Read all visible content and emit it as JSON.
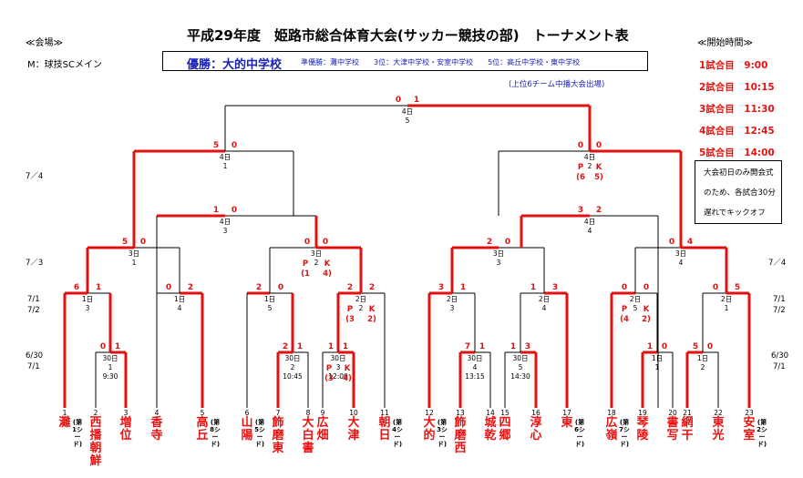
{
  "title": "平成29年度　姫路市総合体育大会(サッカー競技の部)　トーナメント表",
  "venue": {
    "heading": "≪会場≫",
    "value": "M：球技SCメイン"
  },
  "winner_box": {
    "winner": "優勝：大的中学校",
    "runners": "準優勝：灘中学校　　3位：大津中学校・安室中学校　　5位：高丘中学校・東中学校"
  },
  "qualify_note": "(上位6チーム中播大会出場)",
  "start_times": {
    "heading": "≪開始時間≫",
    "items": [
      "1試合目　9:00",
      "2試合目　10:15",
      "3試合目　11:30",
      "4試合目　12:45",
      "5試合目　14:00"
    ]
  },
  "note": {
    "lines": [
      "大会初日のみ開会式",
      "のため、各試合30分",
      "遅れでキックオフ"
    ]
  },
  "dates": {
    "d74": "7／4",
    "d73": "7／3",
    "d71": "7/1",
    "d72": "7/2",
    "d630": "6/30",
    "d71b": "7/1"
  },
  "teams": [
    {
      "no": "1",
      "name": "灘",
      "seed": "第1シード"
    },
    {
      "no": "2",
      "name": "西播朝鮮",
      "seed": ""
    },
    {
      "no": "3",
      "name": "増位",
      "seed": ""
    },
    {
      "no": "4",
      "name": "香寺",
      "seed": ""
    },
    {
      "no": "5",
      "name": "高丘",
      "seed": "第8シード"
    },
    {
      "no": "6",
      "name": "山陽",
      "seed": "第5シード"
    },
    {
      "no": "7",
      "name": "飾磨東",
      "seed": ""
    },
    {
      "no": "8",
      "name": "大白書",
      "seed": ""
    },
    {
      "no": "9",
      "name": "広畑",
      "seed": ""
    },
    {
      "no": "10",
      "name": "大津",
      "seed": ""
    },
    {
      "no": "11",
      "name": "朝日",
      "seed": "第4シード"
    },
    {
      "no": "12",
      "name": "大的",
      "seed": "第3シード"
    },
    {
      "no": "13",
      "name": "飾磨西",
      "seed": ""
    },
    {
      "no": "14",
      "name": "城乾",
      "seed": ""
    },
    {
      "no": "15",
      "name": "四郷",
      "seed": ""
    },
    {
      "no": "16",
      "name": "淳心",
      "seed": ""
    },
    {
      "no": "17",
      "name": "東",
      "seed": "第6シード"
    },
    {
      "no": "18",
      "name": "広嶺",
      "seed": "第7シード"
    },
    {
      "no": "19",
      "name": "琴陵",
      "seed": ""
    },
    {
      "no": "20",
      "name": "書写",
      "seed": ""
    },
    {
      "no": "21",
      "name": "網干",
      "seed": ""
    },
    {
      "no": "22",
      "name": "東光",
      "seed": ""
    },
    {
      "no": "23",
      "name": "安室",
      "seed": "第2シード"
    }
  ],
  "matches": [
    {
      "day": "30日",
      "no": "1",
      "time": "9:30",
      "l": "0",
      "r": "1"
    },
    {
      "day": "30日",
      "no": "2",
      "time": "10:45",
      "l": "2",
      "r": "1"
    },
    {
      "day": "30日",
      "no": "3",
      "time": "12:00",
      "l": "1",
      "r": "1",
      "pk_l": "(3",
      "pk_r": "4)"
    },
    {
      "day": "30日",
      "no": "4",
      "time": "13:15",
      "l": "7",
      "r": "1"
    },
    {
      "day": "30日",
      "no": "5",
      "time": "14:30",
      "l": "1",
      "r": "3"
    },
    {
      "day": "1日",
      "no": "1",
      "time": "",
      "l": "1",
      "r": "0"
    },
    {
      "day": "1日",
      "no": "2",
      "time": "",
      "l": "5",
      "r": "0"
    },
    {
      "day": "1日",
      "no": "3",
      "time": "",
      "l": "6",
      "r": "1"
    },
    {
      "day": "1日",
      "no": "4",
      "time": "",
      "l": "0",
      "r": "2"
    },
    {
      "day": "1日",
      "no": "5",
      "time": "",
      "l": "2",
      "r": "0"
    },
    {
      "day": "2日",
      "no": "2",
      "time": "",
      "l": "2",
      "r": "2",
      "pk_l": "(3",
      "pk_r": "2)"
    },
    {
      "day": "2日",
      "no": "3",
      "time": "",
      "l": "3",
      "r": "1"
    },
    {
      "day": "2日",
      "no": "4",
      "time": "",
      "l": "1",
      "r": "3"
    },
    {
      "day": "2日",
      "no": "5",
      "time": "",
      "l": "0",
      "r": "0",
      "pk_l": "(4",
      "pk_r": "2)"
    },
    {
      "day": "2日",
      "no": "1",
      "time": "",
      "l": "0",
      "r": "5"
    },
    {
      "day": "3日",
      "no": "1",
      "time": "",
      "l": "5",
      "r": "0"
    },
    {
      "day": "3日",
      "no": "2",
      "time": "",
      "l": "0",
      "r": "0",
      "pk_l": "(1",
      "pk_r": "4)"
    },
    {
      "day": "3日",
      "no": "3",
      "time": "",
      "l": "2",
      "r": "0"
    },
    {
      "day": "3日",
      "no": "4",
      "time": "",
      "l": "0",
      "r": "4"
    },
    {
      "day": "4日",
      "no": "3",
      "time": "",
      "l": "1",
      "r": "0"
    },
    {
      "day": "4日",
      "no": "4",
      "time": "",
      "l": "3",
      "r": "2"
    },
    {
      "day": "4日",
      "no": "1",
      "time": "",
      "l": "5",
      "r": "0"
    },
    {
      "day": "4日",
      "no": "2",
      "time": "",
      "l": "0",
      "r": "0",
      "pk_l": "(6",
      "pk_r": "5)"
    },
    {
      "day": "4日",
      "no": "5",
      "time": "",
      "l": "0",
      "r": "1"
    }
  ],
  "colors": {
    "win": "#e11111",
    "line": "#000000",
    "blue": "#1a22b8"
  }
}
